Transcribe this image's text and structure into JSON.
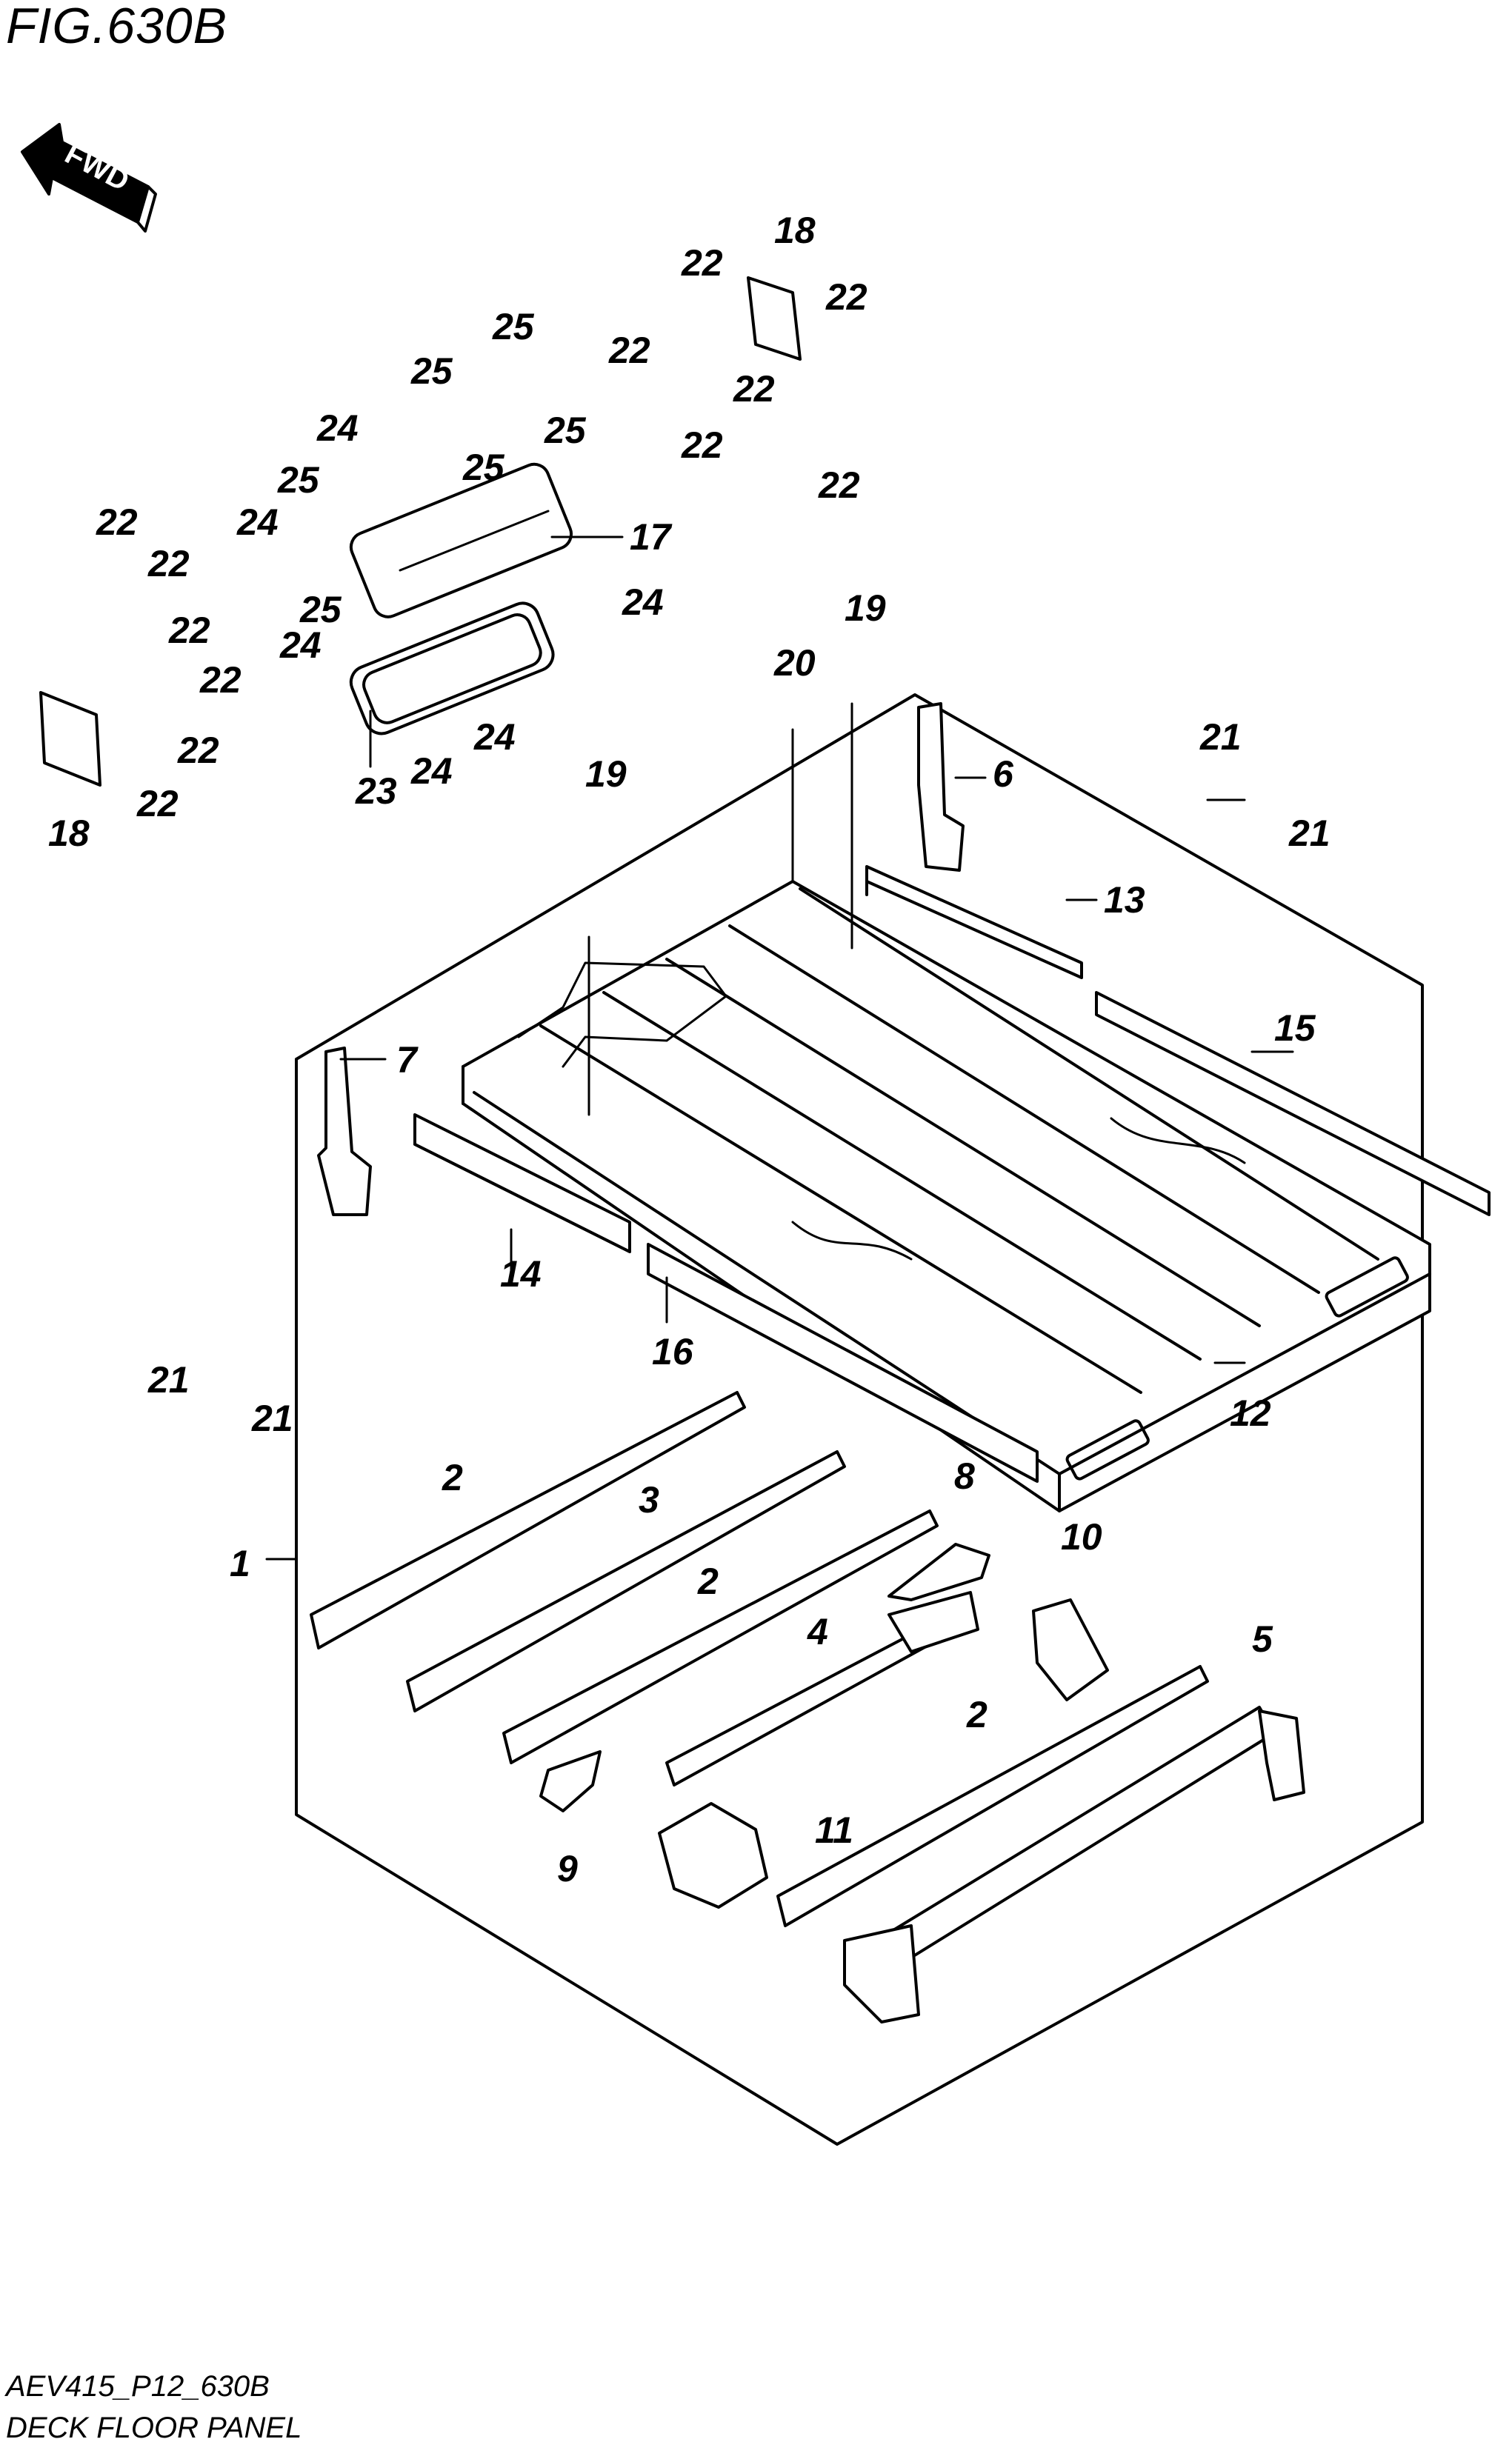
{
  "figure": {
    "title": "FIG.630B",
    "drawing_code": "AEV415_P12_630B",
    "caption": "DECK FLOOR PANEL",
    "direction_arrow_label": "FWD"
  },
  "callouts": [
    {
      "id": "c1",
      "label": "1"
    },
    {
      "id": "c2a",
      "label": "2"
    },
    {
      "id": "c2b",
      "label": "2"
    },
    {
      "id": "c2c",
      "label": "2"
    },
    {
      "id": "c3",
      "label": "3"
    },
    {
      "id": "c4",
      "label": "4"
    },
    {
      "id": "c5",
      "label": "5"
    },
    {
      "id": "c6",
      "label": "6"
    },
    {
      "id": "c7",
      "label": "7"
    },
    {
      "id": "c8",
      "label": "8"
    },
    {
      "id": "c9",
      "label": "9"
    },
    {
      "id": "c10",
      "label": "10"
    },
    {
      "id": "c11",
      "label": "11"
    },
    {
      "id": "c12",
      "label": "12"
    },
    {
      "id": "c13",
      "label": "13"
    },
    {
      "id": "c14",
      "label": "14"
    },
    {
      "id": "c15",
      "label": "15"
    },
    {
      "id": "c16",
      "label": "16"
    },
    {
      "id": "c17",
      "label": "17"
    },
    {
      "id": "c18a",
      "label": "18"
    },
    {
      "id": "c18b",
      "label": "18"
    },
    {
      "id": "c19a",
      "label": "19"
    },
    {
      "id": "c19b",
      "label": "19"
    },
    {
      "id": "c20",
      "label": "20"
    },
    {
      "id": "c21a",
      "label": "21"
    },
    {
      "id": "c21b",
      "label": "21"
    },
    {
      "id": "c21c",
      "label": "21"
    },
    {
      "id": "c21d",
      "label": "21"
    },
    {
      "id": "c22a",
      "label": "22"
    },
    {
      "id": "c22b",
      "label": "22"
    },
    {
      "id": "c22c",
      "label": "22"
    },
    {
      "id": "c22d",
      "label": "22"
    },
    {
      "id": "c22e",
      "label": "22"
    },
    {
      "id": "c22f",
      "label": "22"
    },
    {
      "id": "c22g",
      "label": "22"
    },
    {
      "id": "c22h",
      "label": "22"
    },
    {
      "id": "c22i",
      "label": "22"
    },
    {
      "id": "c22j",
      "label": "22"
    },
    {
      "id": "c22k",
      "label": "22"
    },
    {
      "id": "c22l",
      "label": "22"
    },
    {
      "id": "c23",
      "label": "23"
    },
    {
      "id": "c24a",
      "label": "24"
    },
    {
      "id": "c24b",
      "label": "24"
    },
    {
      "id": "c24c",
      "label": "24"
    },
    {
      "id": "c24d",
      "label": "24"
    },
    {
      "id": "c24e",
      "label": "24"
    },
    {
      "id": "c24f",
      "label": "24"
    },
    {
      "id": "c25a",
      "label": "25"
    },
    {
      "id": "c25b",
      "label": "25"
    },
    {
      "id": "c25c",
      "label": "25"
    },
    {
      "id": "c25d",
      "label": "25"
    },
    {
      "id": "c25e",
      "label": "25"
    },
    {
      "id": "c25f",
      "label": "25"
    }
  ]
}
